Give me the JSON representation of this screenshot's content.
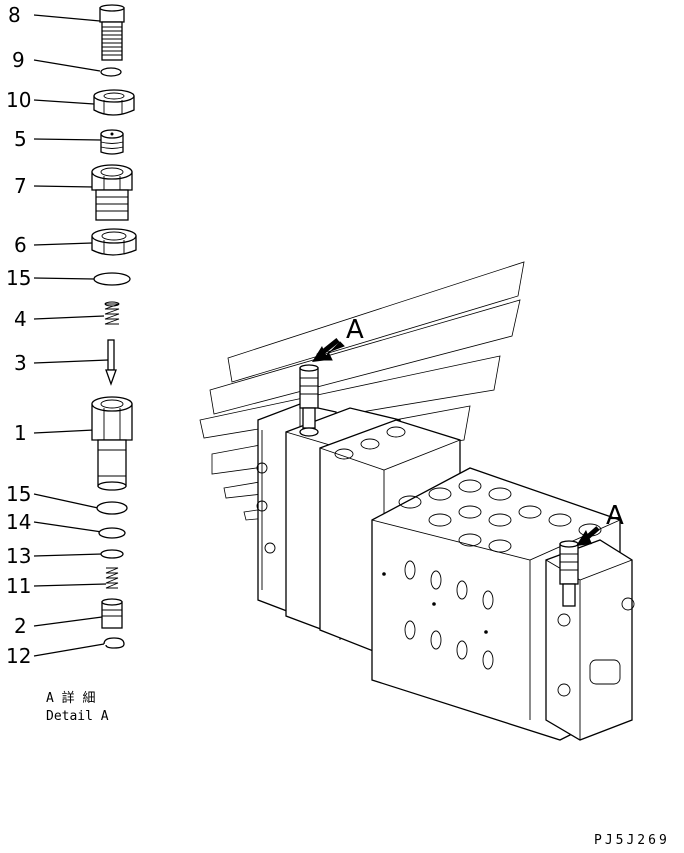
{
  "callouts": [
    {
      "label": "8"
    },
    {
      "label": "9"
    },
    {
      "label": "10"
    },
    {
      "label": "5"
    },
    {
      "label": "7"
    },
    {
      "label": "6"
    },
    {
      "label": "15"
    },
    {
      "label": "4"
    },
    {
      "label": "3"
    },
    {
      "label": "1"
    },
    {
      "label": "15"
    },
    {
      "label": "14"
    },
    {
      "label": "13"
    },
    {
      "label": "11"
    },
    {
      "label": "2"
    },
    {
      "label": "12"
    }
  ],
  "detail": {
    "jp": "A 詳 細",
    "en": "Detail A"
  },
  "view_marks": {
    "left": "A",
    "right": "A"
  },
  "drawing_code": "PJ5J269"
}
